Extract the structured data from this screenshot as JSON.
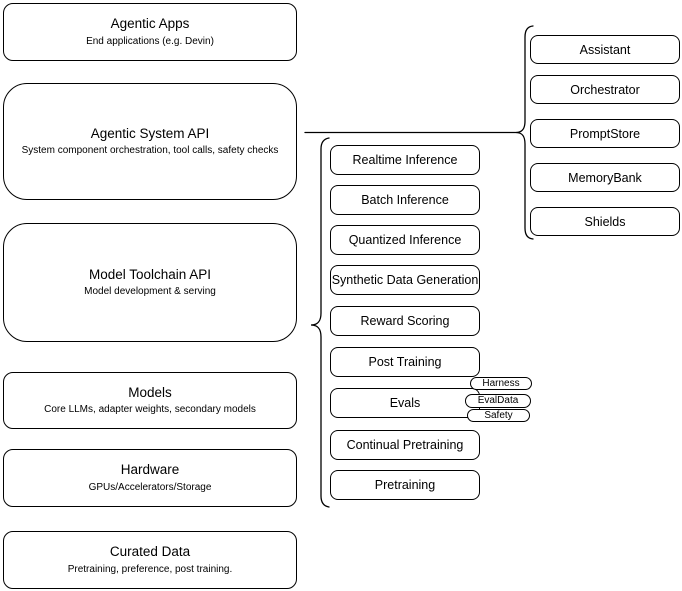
{
  "left_column": {
    "boxes": [
      {
        "title": "Agentic Apps",
        "subtitle": "End applications (e.g. Devin)"
      },
      {
        "title": "Agentic System API",
        "subtitle": "System component orchestration, tool calls, safety checks"
      },
      {
        "title": "Model Toolchain API",
        "subtitle": "Model development & serving"
      },
      {
        "title": "Models",
        "subtitle": "Core LLMs, adapter weights, secondary models"
      },
      {
        "title": "Hardware",
        "subtitle": "GPUs/Accelerators/Storage"
      },
      {
        "title": "Curated Data",
        "subtitle": "Pretraining, preference, post training."
      }
    ]
  },
  "toolchain_group": {
    "items": [
      {
        "label": "Realtime Inference"
      },
      {
        "label": "Batch Inference"
      },
      {
        "label": "Quantized Inference"
      },
      {
        "label": "Synthetic Data Generation"
      },
      {
        "label": "Reward Scoring"
      },
      {
        "label": "Post Training"
      },
      {
        "label": "Evals"
      },
      {
        "label": "Continual Pretraining"
      },
      {
        "label": "Pretraining"
      }
    ],
    "eval_tags": [
      {
        "label": "Harness"
      },
      {
        "label": "EvalData"
      },
      {
        "label": "Safety"
      }
    ]
  },
  "agentic_group": {
    "items": [
      {
        "label": "Assistant"
      },
      {
        "label": "Orchestrator"
      },
      {
        "label": "PromptStore"
      },
      {
        "label": "MemoryBank"
      },
      {
        "label": "Shields"
      }
    ]
  },
  "colors": {
    "stroke": "#000000",
    "box_fill": "#ffffff",
    "text": "#000000",
    "background": "#ffffff"
  }
}
